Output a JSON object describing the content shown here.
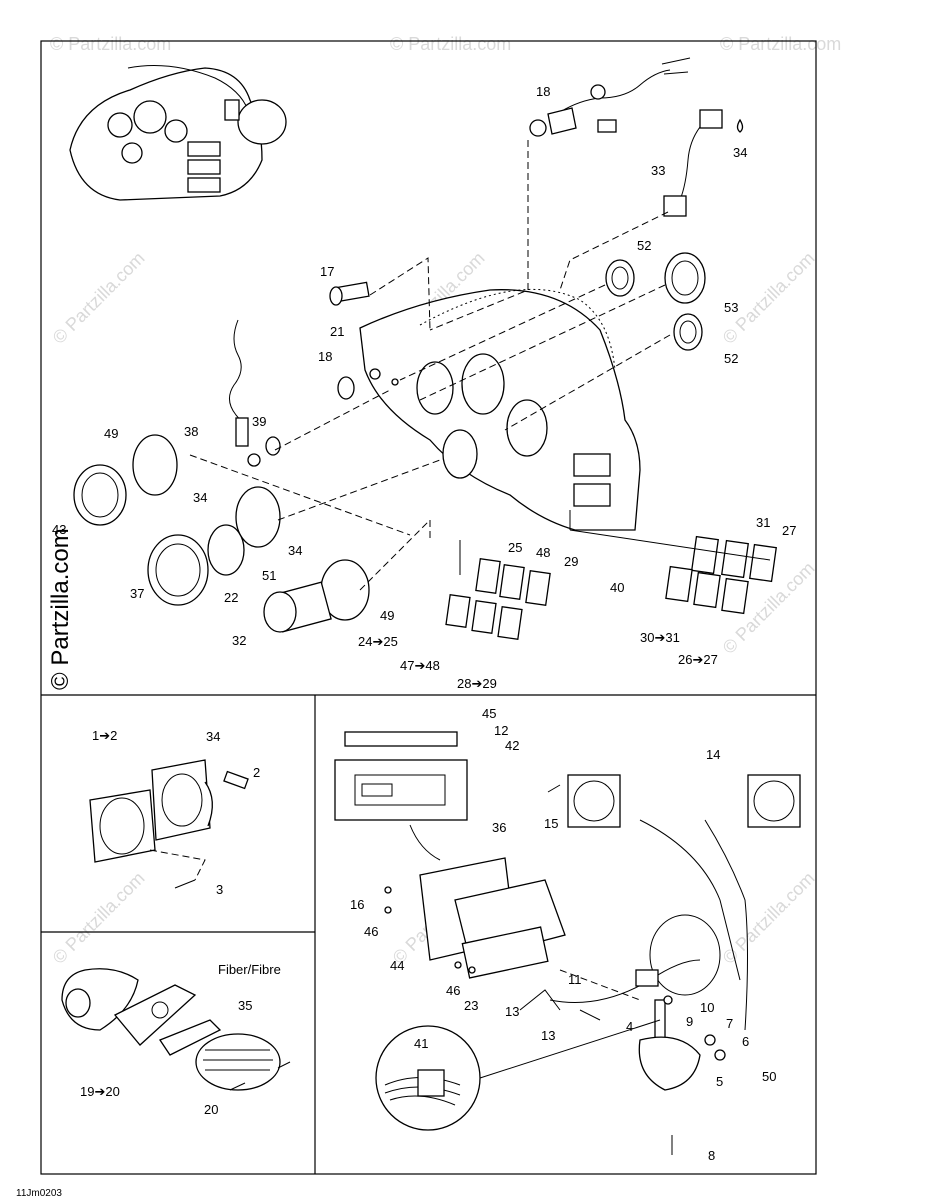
{
  "watermark": {
    "text": "© Partzilla.com",
    "large_text": "© Partzilla.com"
  },
  "diagram_code": "11Jm0203",
  "notes": {
    "fiber": "Fiber/Fibre"
  },
  "callouts": {
    "c18a": "18",
    "c34a": "34",
    "c33": "33",
    "c52a": "52",
    "c17": "17",
    "c53": "53",
    "c21": "21",
    "c52b": "52",
    "c18b": "18",
    "c38": "38",
    "c39": "39",
    "c49a": "49",
    "c34b": "34",
    "c43": "43",
    "c34c": "34",
    "c37": "37",
    "c22": "22",
    "c51": "51",
    "c32": "32",
    "c49b": "49",
    "c25": "25",
    "c48": "48",
    "c29": "29",
    "c24_25": "24➔25",
    "c47_48": "47➔48",
    "c28_29": "28➔29",
    "c31": "31",
    "c27": "27",
    "c40": "40",
    "c30_31": "30➔31",
    "c26_27": "26➔27",
    "c1_2": "1➔2",
    "c34d": "34",
    "c2": "2",
    "c3": "3",
    "c19_20": "19➔20",
    "c35": "35",
    "c20": "20",
    "c45": "45",
    "c12": "12",
    "c42": "42",
    "c36": "36",
    "c14": "14",
    "c15": "15",
    "c16": "16",
    "c46a": "46",
    "c44": "44",
    "c46b": "46",
    "c23": "23",
    "c11": "11",
    "c13a": "13",
    "c13b": "13",
    "c10": "10",
    "c9": "9",
    "c4": "4",
    "c7": "7",
    "c6": "6",
    "c5": "5",
    "c50": "50",
    "c41": "41",
    "c8": "8"
  }
}
